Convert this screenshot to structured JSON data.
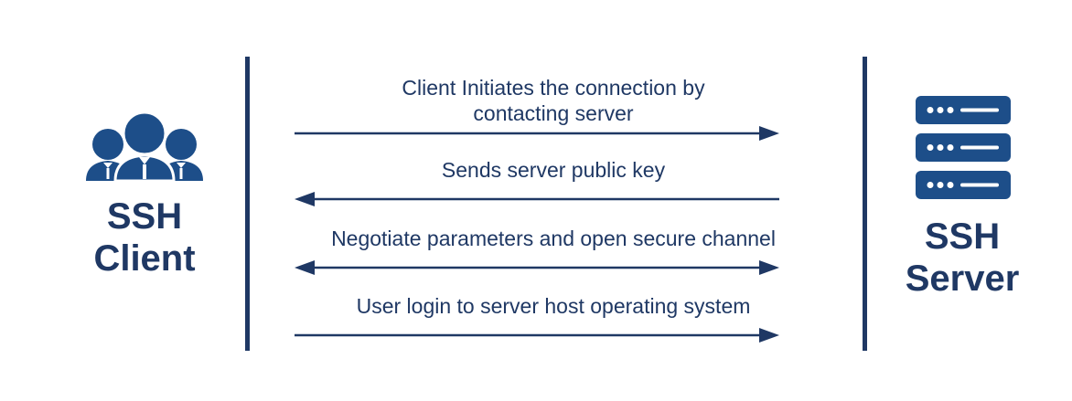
{
  "client": {
    "icon": "users-group-icon",
    "label_line1": "SSH",
    "label_line2": "Client"
  },
  "server": {
    "icon": "server-rack-icon",
    "label_line1": "SSH",
    "label_line2": "Server"
  },
  "messages": [
    {
      "line1": "Client Initiates the connection by",
      "line2": "contacting server",
      "direction": "client-to-server"
    },
    {
      "text": "Sends server public key",
      "direction": "server-to-client"
    },
    {
      "text": "Negotiate parameters and open secure channel",
      "direction": "bidirectional"
    },
    {
      "text": "User login to server host operating system",
      "direction": "client-to-server"
    }
  ],
  "colors": {
    "primary": "#1f3864",
    "icon_blue": "#1d4e89",
    "background": "#ffffff"
  }
}
